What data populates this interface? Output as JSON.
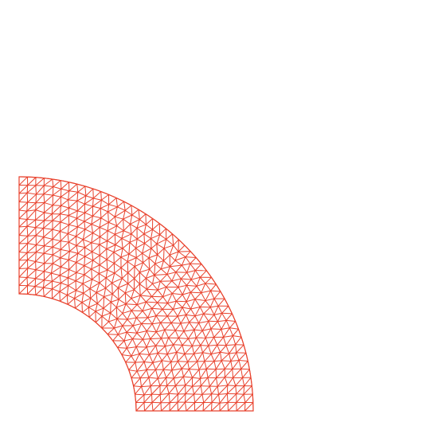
{
  "figure": {
    "type": "triangular-mesh",
    "shape": "quarter-annulus",
    "inner_radius": 1,
    "outer_radius": 2,
    "angle_range_deg": [
      0,
      90
    ],
    "mesh_density": "fine",
    "title": "",
    "colors": {
      "background": "#ffffff",
      "edge": "#e8412c"
    }
  }
}
